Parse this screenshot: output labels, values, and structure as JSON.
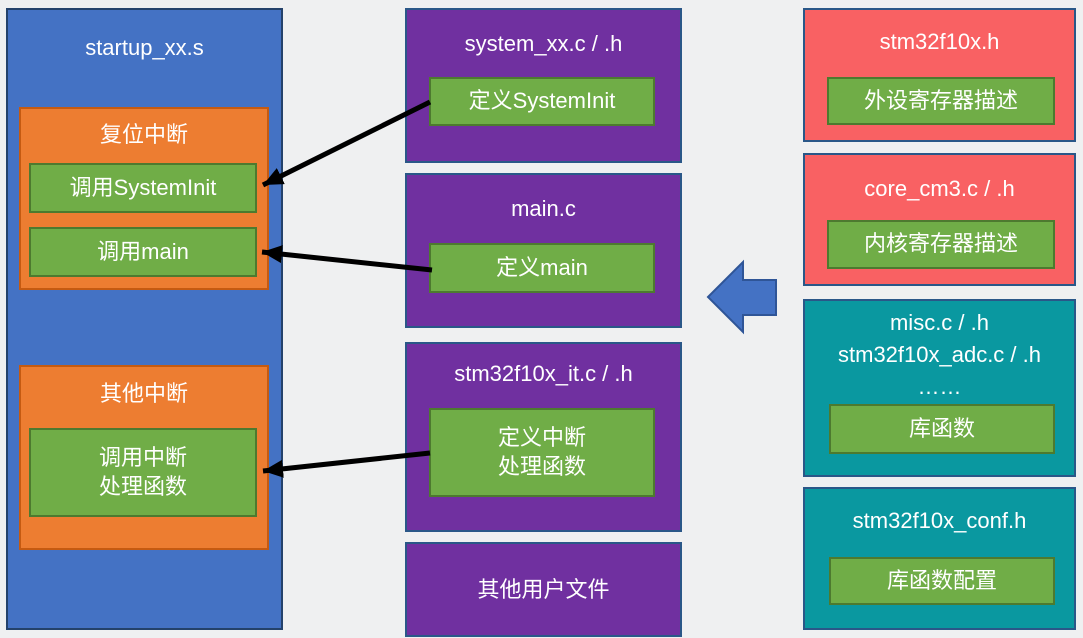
{
  "palette": {
    "background": "#EFF0F1",
    "blue_fill": "#4472C4",
    "blue_border": "#24426B",
    "orange_fill": "#ED7D31",
    "orange_border": "#C55A11",
    "green_fill": "#70AD47",
    "green_border": "#4D7A2F",
    "purple_fill": "#7030A0",
    "red_fill": "#F96163",
    "teal_fill": "#0A98A0",
    "box_border": "#2A5788",
    "black_arrow": "#000000",
    "big_arrow_fill": "#4472C4",
    "big_arrow_border": "#2F5597",
    "text": "#FFFFFF"
  },
  "startup_panel": {
    "title": "startup_xx.s",
    "reset_group": {
      "title": "复位中断",
      "items": [
        {
          "label": "调用SystemInit"
        },
        {
          "label": "调用main"
        }
      ]
    },
    "other_group": {
      "title": "其他中断",
      "items": [
        {
          "label": "调用中断\n处理函数"
        }
      ]
    }
  },
  "user_files": [
    {
      "title": "system_xx.c / .h",
      "item": "定义SystemInit"
    },
    {
      "title": "main.c",
      "item": "定义main"
    },
    {
      "title": "stm32f10x_it.c / .h",
      "item": "定义中断\n处理函数"
    },
    {
      "title": "其他用户文件"
    }
  ],
  "library_files": [
    {
      "title": "stm32f10x.h",
      "item": "外设寄存器描述"
    },
    {
      "title": "core_cm3.c / .h",
      "item": "内核寄存器描述"
    },
    {
      "title": "misc.c / .h\nstm32f10x_adc.c / .h\n……",
      "item": "库函数"
    },
    {
      "title": "stm32f10x_conf.h",
      "item": "库函数配置"
    }
  ]
}
